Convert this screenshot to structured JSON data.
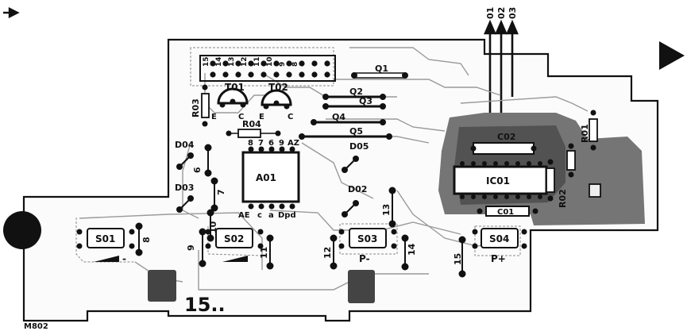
{
  "outputs": [
    "01",
    "02",
    "03"
  ],
  "transistors": [
    "T01",
    "T02"
  ],
  "transistor_pins": {
    "t01": [
      "E",
      "C"
    ],
    "t02": [
      "E",
      "C"
    ]
  },
  "resistors": [
    "R01",
    "R02",
    "R03",
    "R04"
  ],
  "diodes": [
    "D02",
    "D03",
    "D04",
    "D05"
  ],
  "ics": [
    "A01",
    "IC01"
  ],
  "ic_pins_top": [
    "8",
    "7",
    "6",
    "9",
    "AZ"
  ],
  "ic_pins_bottom": [
    "AE",
    "c",
    "a",
    "Dpd"
  ],
  "capacitors": [
    "C01",
    "C02"
  ],
  "bridges": [
    "Q1",
    "Q2",
    "Q3",
    "Q4",
    "Q5"
  ],
  "switches": [
    {
      "name": "S01",
      "sign": "-"
    },
    {
      "name": "S02",
      "sign": ""
    },
    {
      "name": "S03",
      "sign": "P-"
    },
    {
      "name": "S04",
      "sign": "P+"
    }
  ],
  "jumper_labels": [
    "6",
    "7",
    "8",
    "9",
    "10",
    "11",
    "12",
    "13",
    "14",
    "15"
  ],
  "connector_labels": [
    "15",
    "14",
    "13",
    "12",
    "11",
    "10",
    "9",
    "8"
  ],
  "board_number": "15..",
  "drawing_code": "M802"
}
